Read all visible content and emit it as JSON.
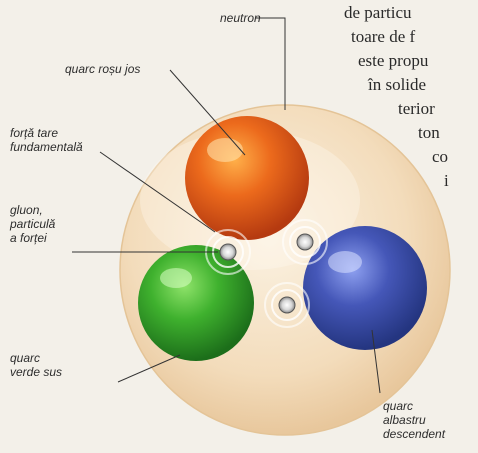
{
  "labels": {
    "neutron": "neutron",
    "red_quark": "quarc roșu jos",
    "strong_force": "forță tare\nfundamentală",
    "gluon": "gluon,\nparticulă\na forței",
    "green_quark": "quarc\nverde sus",
    "blue_quark": "quarc\nalbastru\ndescendent"
  },
  "body_text": {
    "line1": "de particu",
    "line2": "toare de f",
    "line3": "este propu",
    "line4": "în solide",
    "line5": "terior",
    "line6": "ton",
    "line7": "co",
    "line8": "i"
  },
  "colors": {
    "red_quark": "#e2551a",
    "green_quark": "#33a02c",
    "blue_quark": "#3a4fa8",
    "neutron_shell": "#f1d6b3"
  }
}
